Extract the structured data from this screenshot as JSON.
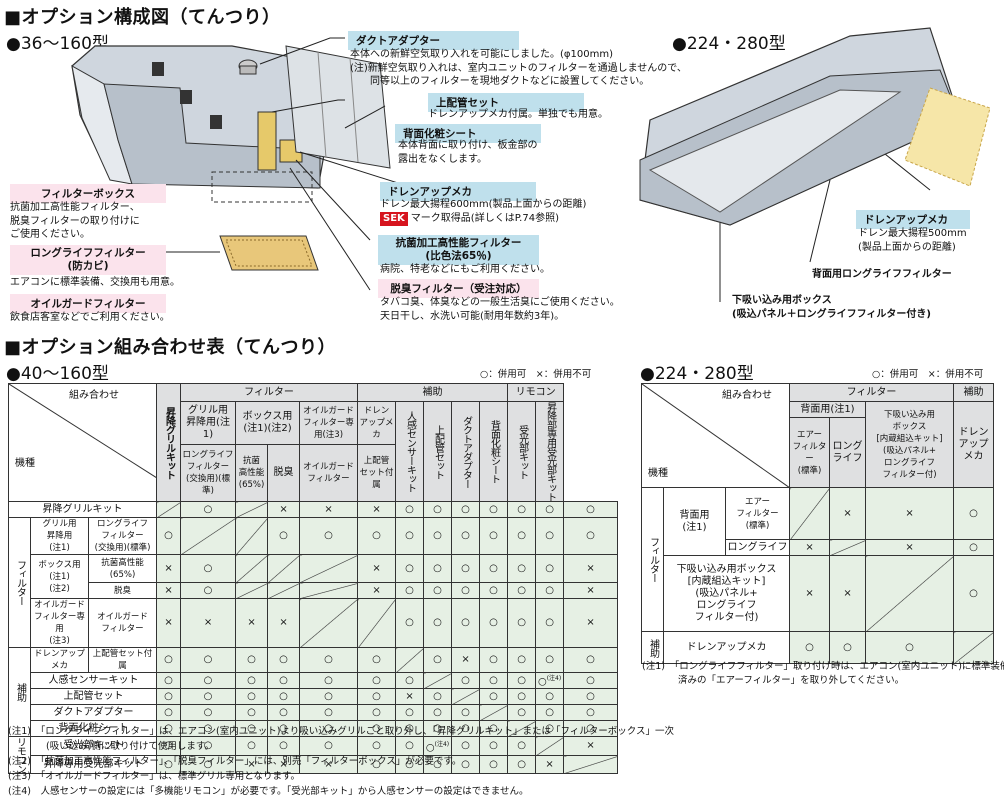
{
  "diagram": {
    "title": "■オプション構成図（てんつり）",
    "model_small": "●36〜160型",
    "model_large": "●224・280型",
    "duct": {
      "label": "ダクトアダプター",
      "lines": [
        "本体への新鮮空気取り入れを可能にしました。(φ100mm)",
        "(注)新鮮空気取り入れは、室内ユニットのフィルターを通過しませんので、",
        "　　同等以上のフィルターを現地ダクトなどに設置してください。"
      ]
    },
    "upper_pipe": {
      "label": "上配管セット",
      "lines": [
        "ドレンアップメカ付属。単独でも用意。"
      ]
    },
    "back_sheet": {
      "label": "背面化粧シート",
      "lines": [
        "本体背面に取り付け、板金部の",
        "露出をなくします。"
      ]
    },
    "drain_up": {
      "label": "ドレンアップメカ",
      "lines": [
        "ドレン最大揚程600mm(製品上面からの距離)"
      ]
    },
    "sek": {
      "badge": "SEK",
      "text": "マーク取得品(詳しくはP.74参照)"
    },
    "antibac": {
      "label1": "抗菌加工高性能フィルター",
      "label2": "(比色法65％)",
      "lines": [
        "病院、特老などにもご利用ください。"
      ]
    },
    "deodor": {
      "label": "脱臭フィルター（受注対応）",
      "lines": [
        "タバコ臭、体臭などの一般生活臭にご使用ください。",
        "天日干し、水洗い可能(耐用年数約3年)。"
      ]
    },
    "filter_box": {
      "label": "フィルターボックス",
      "lines": [
        "抗菌加工高性能フィルター、",
        "脱臭フィルターの取り付けに",
        "ご使用ください。"
      ]
    },
    "longlife": {
      "label1": "ロングライフフィルター",
      "label2": "(防カビ)",
      "lines": [
        "エアコンに標準装備、交換用も用意。"
      ]
    },
    "oilguard": {
      "label": "オイルガードフィルター",
      "lines": [
        "飲食店客室などでご利用ください。"
      ]
    },
    "large_drain": {
      "label": "ドレンアップメカ",
      "lines": [
        "ドレン最大揚程500mm",
        "(製品上面からの距離)"
      ]
    },
    "large_back": {
      "label": "背面用ロングライフフィルター"
    },
    "large_suction": {
      "line1": "下吸い込み用ボックス",
      "line2": "(吸込パネル＋ロングライフフィルター付き)"
    }
  },
  "combo": {
    "title": "■オプション組み合わせ表（てんつり）",
    "model_small": "●40〜160型",
    "model_large": "●224・280型",
    "legend": "○：併用可　×：併用不可",
    "left": {
      "hdr": {
        "kumiawase": "組み合わせ",
        "kishu": "機種",
        "shoko": "昇降グリルキット",
        "filter": "フィルター",
        "hojo": "補助",
        "remocon": "リモコン",
        "grill1": "グリル用",
        "grill2": "昇降用(注1)",
        "box1": "ボックス用",
        "box2": "(注1)(注2)",
        "oil1": "オイルガード",
        "oil2": "フィルター専用(注3)",
        "ll1": "ロングライフ",
        "ll2": "フィルター",
        "ll3": "(交換用)(標準)",
        "kk1": "抗菌",
        "kk2": "高性能",
        "kk3": "(65%)",
        "dassh": "脱臭",
        "oilf1": "オイルガード",
        "oilf2": "フィルター",
        "drain_v": "ドレンアップメカ",
        "joh1": "上配管",
        "joh2": "セット付属",
        "jinkan": "人感センサーキット",
        "upper": "上配管セット",
        "duct": "ダクトアダプター",
        "back": "背面化粧シート",
        "receiver": "受光部キット",
        "sho_rec": "昇降部専用受光部キット"
      },
      "side": {
        "filter": "フィルター",
        "hojo": "補助",
        "remo": "リモコン"
      },
      "rows": [
        {
          "l1": "昇降グリルキット",
          "l2": "",
          "c": [
            "",
            "○",
            "",
            "×",
            "×",
            "×",
            "○",
            "○",
            "○",
            "○",
            "○",
            "○",
            "○"
          ]
        },
        {
          "l1": "グリル用",
          "l1b": "昇降用",
          "l1c": "(注1)",
          "l2": "ロングライフ",
          "l2b": "フィルター",
          "l2c": "(交換用)(標準)",
          "c": [
            "○",
            "",
            "",
            "○",
            "○",
            "○",
            "○",
            "○",
            "○",
            "○",
            "○",
            "○",
            "○"
          ]
        },
        {
          "l1": "ボックス用",
          "l1b": "(注1)",
          "l1c": "(注2)",
          "l2": "抗菌高性能",
          "l2b": "(65%)",
          "c": [
            "×",
            "○",
            "",
            "",
            "",
            "×",
            "○",
            "○",
            "○",
            "○",
            "○",
            "○",
            "×"
          ]
        },
        {
          "l1": "",
          "l2": "脱臭",
          "c": [
            "×",
            "○",
            "",
            "",
            "",
            "×",
            "○",
            "○",
            "○",
            "○",
            "○",
            "○",
            "×"
          ]
        },
        {
          "l1": "オイルガード",
          "l1b": "フィルター専用",
          "l1c": "(注3)",
          "l2": "オイルガード",
          "l2b": "フィルター",
          "c": [
            "×",
            "×",
            "×",
            "×",
            "",
            "",
            "○",
            "○",
            "○",
            "○",
            "○",
            "○",
            "×"
          ]
        },
        {
          "l1": "ドレンアップメカ",
          "l2": "上配管セット付属",
          "c": [
            "○",
            "○",
            "○",
            "○",
            "○",
            "○",
            "",
            "○",
            "×",
            "○",
            "○",
            "○",
            "○"
          ]
        },
        {
          "l1": "人感センサーキット",
          "c": [
            "○",
            "○",
            "○",
            "○",
            "○",
            "○",
            "○",
            "",
            "○",
            "○",
            "○",
            "○",
            "○"
          ]
        },
        {
          "l1": "上配管セット",
          "c": [
            "○",
            "○",
            "○",
            "○",
            "○",
            "○",
            "×",
            "○",
            "",
            "○",
            "○",
            "○",
            "○"
          ]
        },
        {
          "l1": "ダクトアダプター",
          "c": [
            "○",
            "○",
            "○",
            "○",
            "○",
            "○",
            "○",
            "○",
            "○",
            "",
            "○",
            "○",
            "○"
          ]
        },
        {
          "l1": "背面化粧シート",
          "c": [
            "○",
            "○",
            "○",
            "○",
            "○",
            "○",
            "○",
            "○",
            "○",
            "○",
            "",
            "○",
            "○"
          ]
        },
        {
          "l1": "受光部キット",
          "c": [
            "○",
            "○",
            "○",
            "○",
            "○",
            "○",
            "○",
            "○",
            "○",
            "○",
            "○",
            "",
            "×"
          ]
        },
        {
          "l1": "昇降専用受光部キット",
          "c": [
            "○",
            "○",
            "×",
            "×",
            "×",
            "○",
            "○",
            "○",
            "○",
            "○",
            "○",
            "×",
            ""
          ]
        }
      ],
      "note4a": "(注4)",
      "note4b": "(注4)"
    },
    "right": {
      "hdr": {
        "kumiawase": "組み合わせ",
        "kishu": "機種",
        "filter": "フィルター",
        "hojo": "補助",
        "back": "背面用(注1)",
        "suction1": "下吸い込み用",
        "suction2": "ボックス",
        "suction3": "[内蔵組込キット]",
        "suction4": "(吸込パネル+",
        "suction5": "ロングライフ",
        "suction6": "フィルター付)",
        "air1": "エアー",
        "air2": "フィルター",
        "air3": "(標準)",
        "ll1": "ロング",
        "ll2": "ライフ",
        "drain1": "ドレン",
        "drain2": "アップ",
        "drain3": "メカ"
      },
      "rows": [
        {
          "l1": "背面用",
          "l1b": "(注1)",
          "l2": "エアー",
          "l2b": "フィルター",
          "l2c": "(標準)",
          "c": [
            "",
            "×",
            "×",
            "○"
          ]
        },
        {
          "l2": "ロングライフ",
          "c": [
            "×",
            "",
            "×",
            "○"
          ]
        },
        {
          "l1": "下吸い込み用ボックス",
          "l1b": "[内蔵組込キット]",
          "l1c": "(吸込パネル+",
          "l1d": "ロングライフ",
          "l1e": "フィルター付)",
          "c": [
            "×",
            "×",
            "",
            "○"
          ]
        },
        {
          "l1": "ドレンアップメカ",
          "c": [
            "○",
            "○",
            "○",
            ""
          ]
        }
      ],
      "side": {
        "filter": "フィルター",
        "hojo": "補助"
      },
      "note1": "(注1)　「ロングライフフィルター」取り付け時は、エアコン(室内ユニット)に標準装備",
      "note1b": "済みの「エアーフィルター」を取り外してください。"
    },
    "notes": [
      "(注1)　「ロングライフフィルター」は、エアコン(室内ユニット)より吸い込みグリルごと取り外し、「昇降グリルキット」または「フィルターボックス」一次",
      "　　　　(吸い込み)側に取り付けて使用します。",
      "(注2)　「抗菌加工高性能フィルター」、「脱臭フィルター」には、別売「フィルターボックス」が必要です。",
      "(注3)　「オイルガードフィルター」は、標準グリル専用となります。",
      "(注4)　人感センサーの設定には「多機能リモコン」が必要です。「受光部キット」から人感センサーの設定はできません。"
    ]
  }
}
